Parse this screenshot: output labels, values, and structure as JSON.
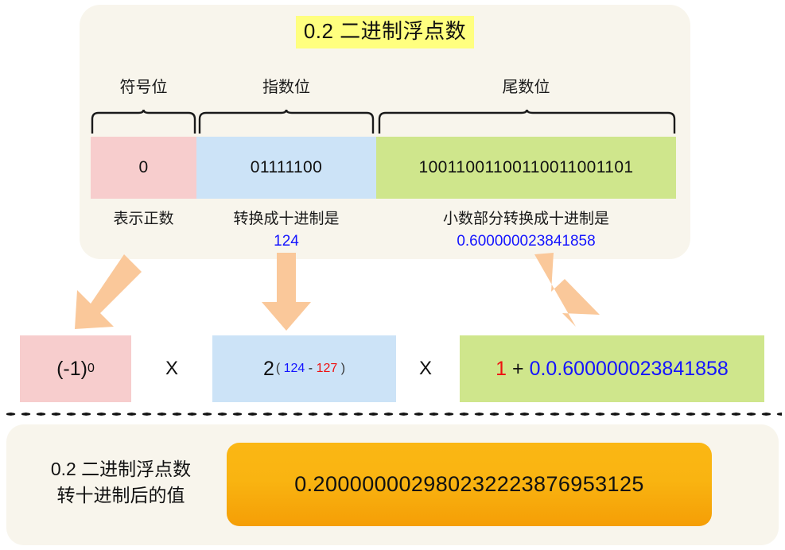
{
  "diagram": {
    "title": "0.2 二进制浮点数",
    "segments": [
      {
        "key": "sign",
        "label": "符号位",
        "bits": "0",
        "caption_line1": "表示正数",
        "caption_value": "",
        "color": "#f7cdcd"
      },
      {
        "key": "exponent",
        "label": "指数位",
        "bits": "01111100",
        "caption_line1": "转换成十进制是",
        "caption_value": "124",
        "color": "#cce3f7"
      },
      {
        "key": "mantissa",
        "label": "尾数位",
        "bits": "10011001100110011001101",
        "caption_line1": "小数部分转换成十进制是",
        "caption_value": "0.600000023841858",
        "color": "#cfe68c"
      }
    ],
    "formula": {
      "sign_term_base": "(-1)",
      "sign_term_exponent": "0",
      "multiply_symbol_1": "X",
      "multiply_symbol_2": "X",
      "exp_term_base": "2",
      "exp_term_open_paren": "(",
      "exp_term_value": "124",
      "exp_term_minus": "-",
      "exp_term_bias": "127",
      "exp_term_close_paren": ")",
      "mant_term_one": "1",
      "mant_term_plus": "+",
      "mant_term_fraction": "0.0.600000023841858"
    },
    "result": {
      "label_line1": "0.2 二进制浮点数",
      "label_line2": "转十进制后的值",
      "value": "0.200000002980232223876953125"
    },
    "colors": {
      "card_background": "#f8f5ec",
      "title_highlight": "#ffff7f",
      "arrow": "#fac89a",
      "blue_text": "#1414ff",
      "red_text": "#ee1111",
      "result_pill": "#f9b411"
    }
  }
}
